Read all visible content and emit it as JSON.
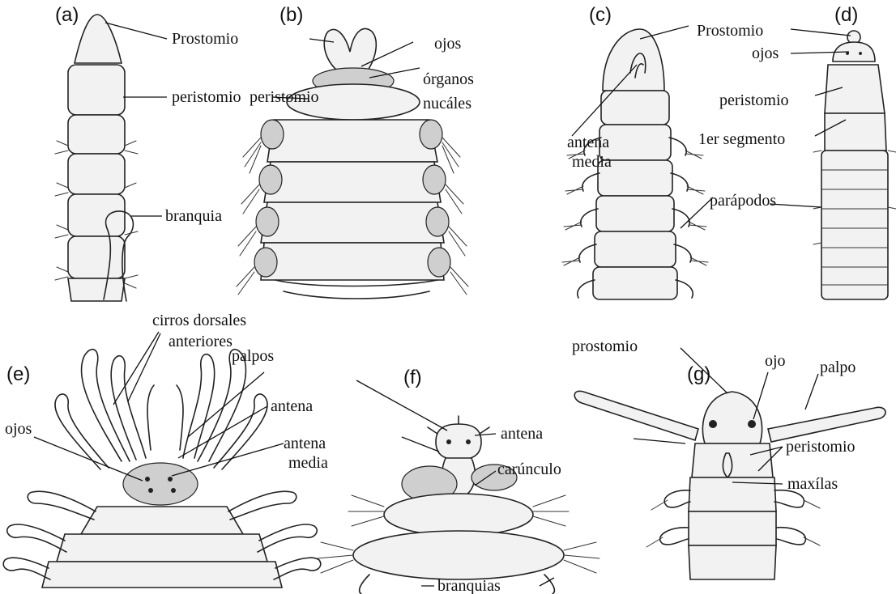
{
  "panels": {
    "a": {
      "letter": "(a)",
      "labels": {
        "prostomio": "Prostomio",
        "peristomio": "peristomio",
        "branquia": "branquia"
      }
    },
    "b": {
      "letter": "(b)",
      "labels": {
        "ojos": "ojos",
        "organos_1": "órganos",
        "organos_2": "nucáles",
        "peristomio": "peristomio"
      }
    },
    "c": {
      "letter": "(c)",
      "labels": {
        "antena_1": "antena",
        "antena_2": "media",
        "parapodos": "parápodos"
      }
    },
    "d": {
      "letter": "(d)",
      "labels": {
        "prostomio": "Prostomio",
        "ojos": "ojos",
        "peristomio": "peristomio",
        "segmento": "1er segmento"
      }
    },
    "e": {
      "letter": "(e)",
      "labels": {
        "cirros_1": "cirros dorsales",
        "cirros_2": "anteriores",
        "palpos": "palpos",
        "antena": "antena",
        "antena_media_1": "antena",
        "antena_media_2": "media",
        "ojos": "ojos"
      }
    },
    "f": {
      "letter": "(f)",
      "labels": {
        "antena": "antena",
        "caruncle": "carúnculo",
        "branquias": "branquias"
      }
    },
    "g": {
      "letter": "(g)",
      "labels": {
        "prostomio": "prostomio",
        "ojo": "ojo",
        "palpo": "palpo",
        "peristomio": "peristomio",
        "maxilas": "maxílas"
      }
    }
  }
}
